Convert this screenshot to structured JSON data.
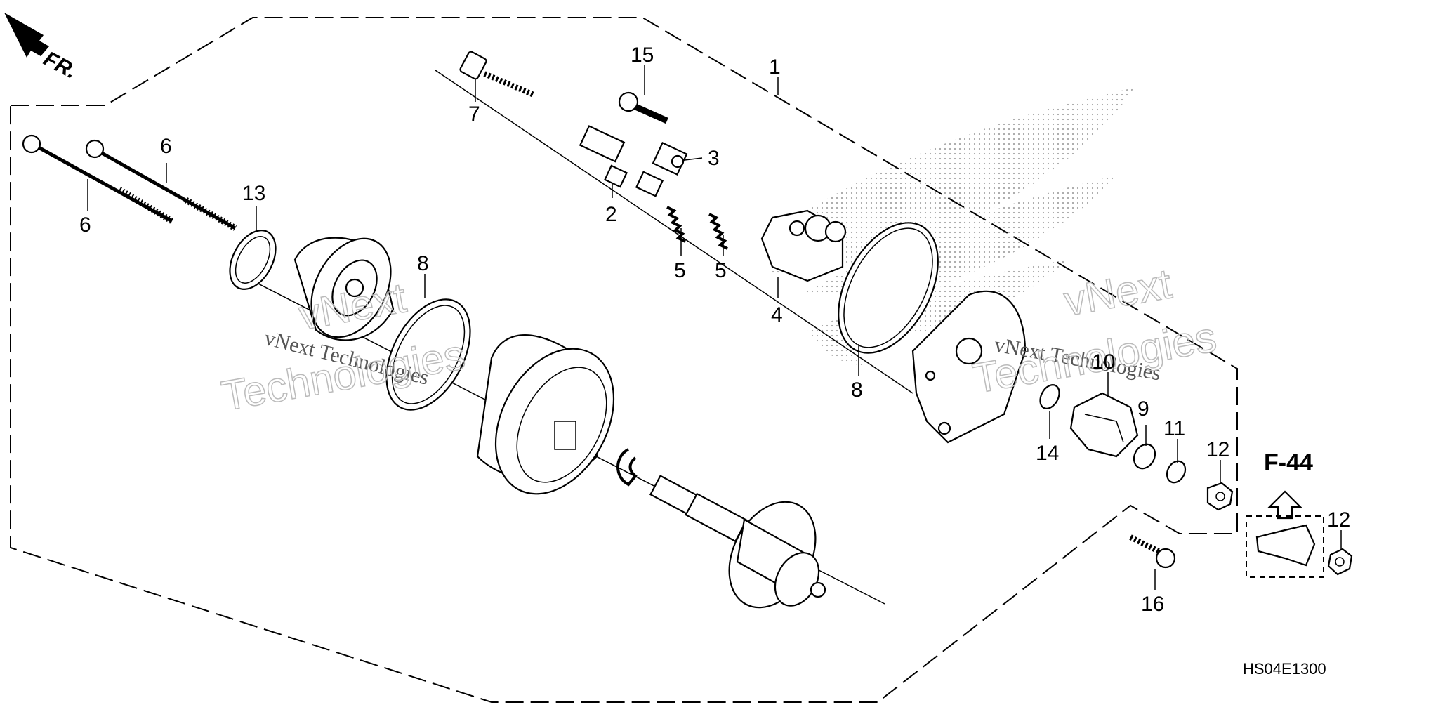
{
  "diagram": {
    "orientation_label": "FR.",
    "reference_label": "F-44",
    "drawing_code": "HS04E1300",
    "watermark": {
      "line1": "vNext Technologies",
      "line2": "Technologies",
      "line3": "vNext"
    },
    "callouts": [
      {
        "id": "c1",
        "text": "1"
      },
      {
        "id": "c2",
        "text": "2"
      },
      {
        "id": "c3",
        "text": "3"
      },
      {
        "id": "c4",
        "text": "4"
      },
      {
        "id": "c5a",
        "text": "5"
      },
      {
        "id": "c5b",
        "text": "5"
      },
      {
        "id": "c6a",
        "text": "6"
      },
      {
        "id": "c6b",
        "text": "6"
      },
      {
        "id": "c7",
        "text": "7"
      },
      {
        "id": "c8a",
        "text": "8"
      },
      {
        "id": "c8b",
        "text": "8"
      },
      {
        "id": "c9",
        "text": "9"
      },
      {
        "id": "c10",
        "text": "10"
      },
      {
        "id": "c11",
        "text": "11"
      },
      {
        "id": "c12a",
        "text": "12"
      },
      {
        "id": "c12b",
        "text": "12"
      },
      {
        "id": "c13",
        "text": "13"
      },
      {
        "id": "c14",
        "text": "14"
      },
      {
        "id": "c15",
        "text": "15"
      },
      {
        "id": "c16",
        "text": "16"
      }
    ]
  }
}
